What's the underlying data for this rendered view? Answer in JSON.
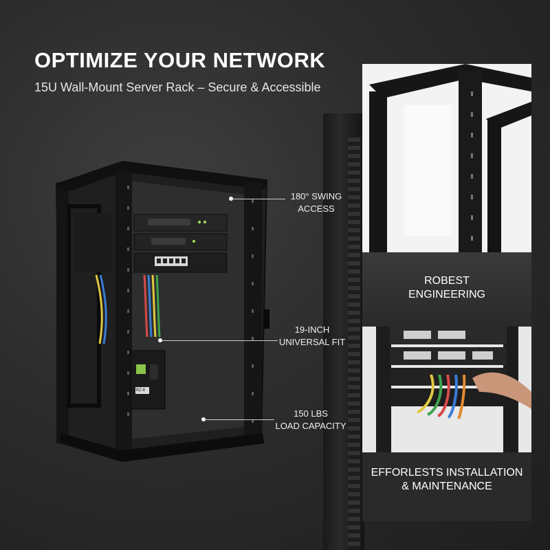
{
  "headline": "OPTIMIZE YOUR NETWORK",
  "subheadline": "15U Wall-Mount Server Rack – Secure & Accessible",
  "callouts": {
    "swing": {
      "line1": "180° SWING",
      "line2": "ACCESS"
    },
    "fit": {
      "line1": "19-INCH",
      "line2": "UNIVERSAL FIT"
    },
    "capacity": {
      "line1": "150 LBS",
      "line2": "LOAD CAPACITY"
    }
  },
  "panels": {
    "engineering": {
      "line1": "ROBEST",
      "line2": "ENGINEERING"
    },
    "installation": {
      "line1": "EFFORLESTS INSTALLATION",
      "line2": "& MAINTENANCE"
    }
  },
  "device_labels": {
    "pdu_tag": "BZ-6"
  }
}
